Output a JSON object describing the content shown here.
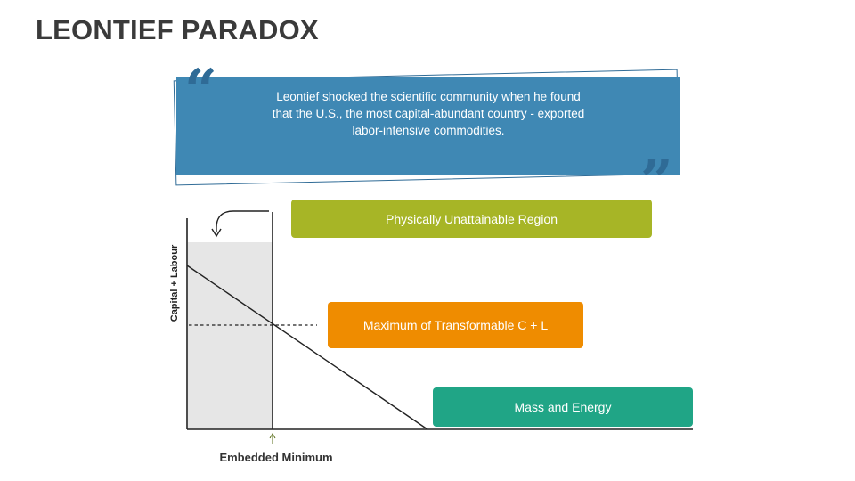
{
  "title": "LEONTIEF PARADOX",
  "quote": {
    "open_mark": "“",
    "close_mark": "”",
    "text": "Leontief shocked the scientific community when he found that the U.S., the most capital-abundant country - exported labor-intensive commodities."
  },
  "boxes": {
    "unattainable": {
      "label": "Physically Unattainable Region",
      "color": "#a7b526"
    },
    "maximum": {
      "label": "Maximum of Transformable C + L",
      "color": "#ef8c00"
    },
    "mass_energy": {
      "label": "Mass and Energy",
      "color": "#20a586"
    }
  },
  "diagram": {
    "y_axis_label": "Capital + Labour",
    "x_marker_label": "Embedded Minimum",
    "unattainable_region_color": "#e6e6e6"
  },
  "colors": {
    "accent_blue": "#3f88b4",
    "frame_blue": "#2f6b96",
    "marker_arrow": "#5a6e1a"
  }
}
